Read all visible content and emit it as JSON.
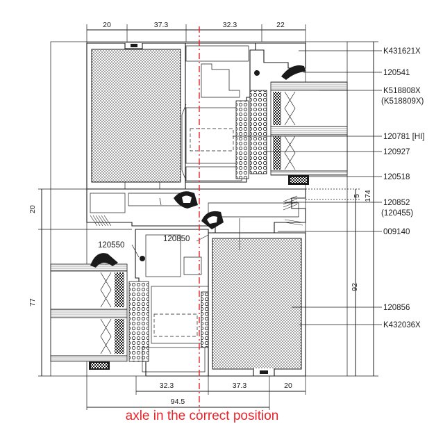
{
  "labels": {
    "k431621x": "K431621X",
    "p120541": "120541",
    "k518808x": "K518808X",
    "k518809x": "(K518809X)",
    "p120781": "120781 [HI]",
    "p120927": "120927",
    "p120518": "120518",
    "p120852": "120852",
    "p120455": "(120455)",
    "p009140": "009140",
    "p120850": "120850",
    "p120550": "120550",
    "p120856": "120856",
    "k432036x": "K432036X"
  },
  "dimensions": {
    "top_20": "20",
    "top_37_3": "37.3",
    "top_32_3": "32.3",
    "top_22": "22",
    "bottom_32_3": "32.3",
    "bottom_37_3": "37.3",
    "bottom_20": "20",
    "bottom_94_5": "94.5",
    "left_20": "20",
    "left_77": "77",
    "right_174": "174",
    "right_5": "5",
    "right_92": "92"
  },
  "caption": "axle in the correct position",
  "colors": {
    "axis_line": "#e8242a",
    "caption": "#e8242a",
    "gasket": "#1a1a1a",
    "stroke": "#1a1a1a"
  }
}
